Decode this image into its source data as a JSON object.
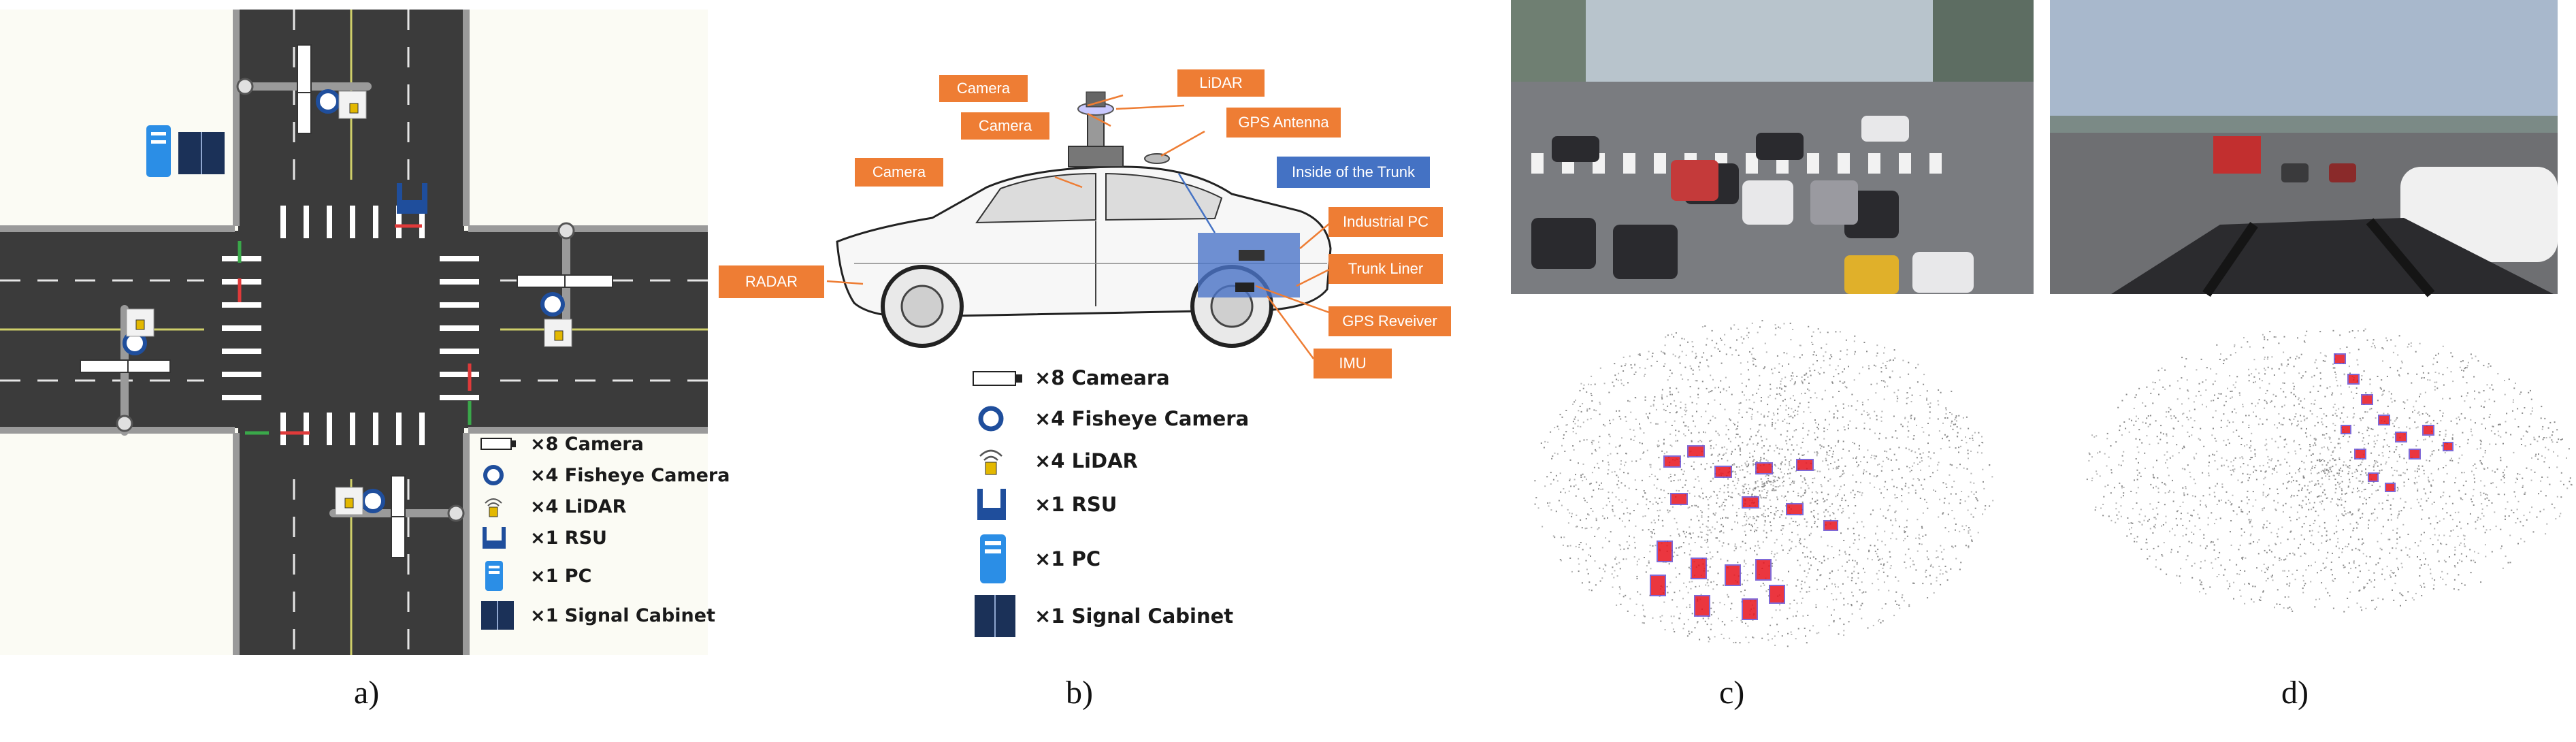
{
  "panel_a": {
    "legend": [
      {
        "icon": "camera-icon",
        "text": "×8 Camera"
      },
      {
        "icon": "fisheye-camera-icon",
        "text": "×4 Fisheye Camera"
      },
      {
        "icon": "lidar-icon",
        "text": "×4 LiDAR"
      },
      {
        "icon": "rsu-icon",
        "text": "×1 RSU"
      },
      {
        "icon": "pc-icon",
        "text": "×1 PC"
      },
      {
        "icon": "signal-cabinet-icon",
        "text": "×1 Signal Cabinet"
      }
    ],
    "caption": "a)"
  },
  "panel_b": {
    "callouts": {
      "camera_top": "Camera",
      "camera_mid": "Camera",
      "lidar": "LiDAR",
      "gps_antenna": "GPS Antenna",
      "camera_side": "Camera",
      "inside_trunk": "Inside of the Trunk",
      "industrial_pc": "Industrial PC",
      "trunk_liner": "Trunk Liner",
      "gps_receiver": "GPS Reveiver",
      "imu": "IMU",
      "radar": "RADAR"
    },
    "legend": [
      {
        "icon": "camera-icon",
        "text": "×8 Cameara"
      },
      {
        "icon": "fisheye-camera-icon",
        "text": "×4 Fisheye Camera"
      },
      {
        "icon": "lidar-icon",
        "text": "×4 LiDAR"
      },
      {
        "icon": "rsu-icon",
        "text": "×1 RSU"
      },
      {
        "icon": "pc-icon",
        "text": "×1 PC"
      },
      {
        "icon": "signal-cabinet-icon",
        "text": "×1 Signal Cabinet"
      }
    ],
    "caption": "b)"
  },
  "panel_c": {
    "caption": "c)"
  },
  "panel_d": {
    "caption": "d)"
  },
  "colors": {
    "callout_orange": "#ee7d34",
    "callout_blue": "#4472c4",
    "road": "#3a3a3a",
    "rsu_blue": "#1f4e9c",
    "pc_blue": "#2b8ee6",
    "box_red": "#e8141e",
    "box_purple": "#6a4fd0"
  }
}
